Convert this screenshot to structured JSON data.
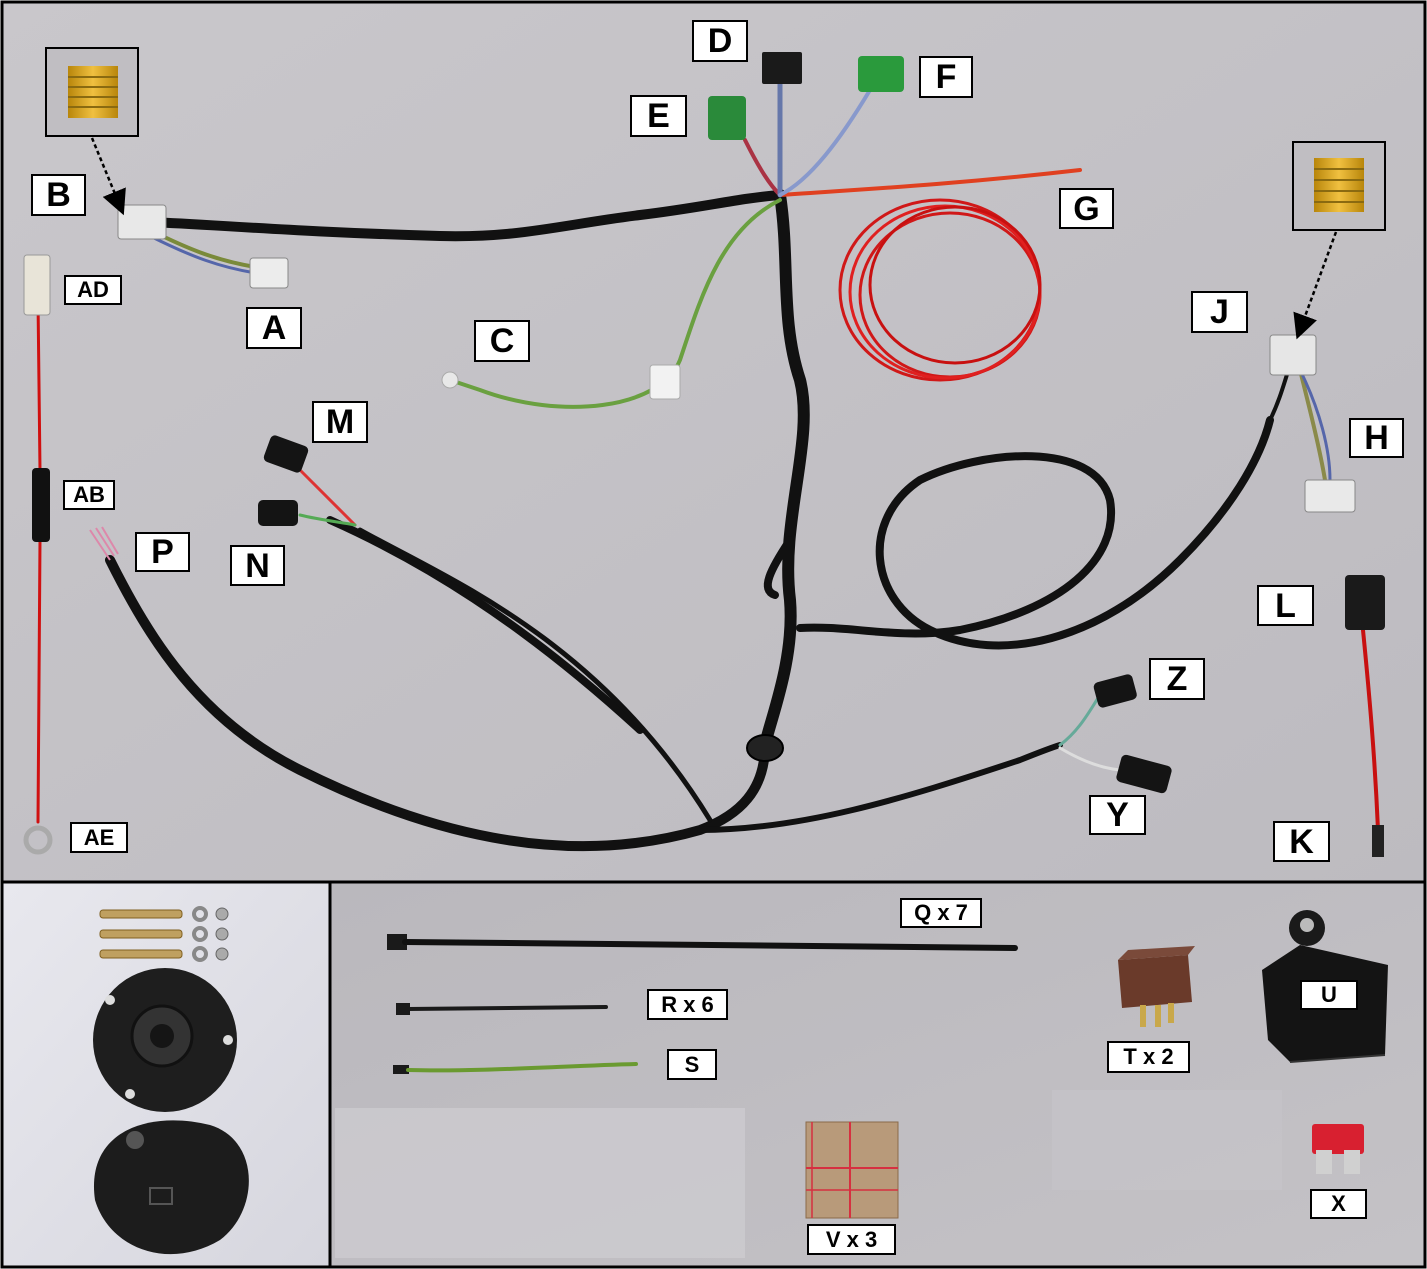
{
  "labels": {
    "A": "A",
    "B": "B",
    "C": "C",
    "D": "D",
    "E": "E",
    "F": "F",
    "G": "G",
    "H": "H",
    "J": "J",
    "K": "K",
    "L": "L",
    "M": "M",
    "N": "N",
    "P": "P",
    "Y": "Y",
    "Z": "Z",
    "AB": "AB",
    "AD": "AD",
    "AE": "AE",
    "Q": "Q x 7",
    "R": "R x 6",
    "S": "S",
    "T": "T x 2",
    "U": "U",
    "V": "V x 3",
    "X": "X"
  }
}
